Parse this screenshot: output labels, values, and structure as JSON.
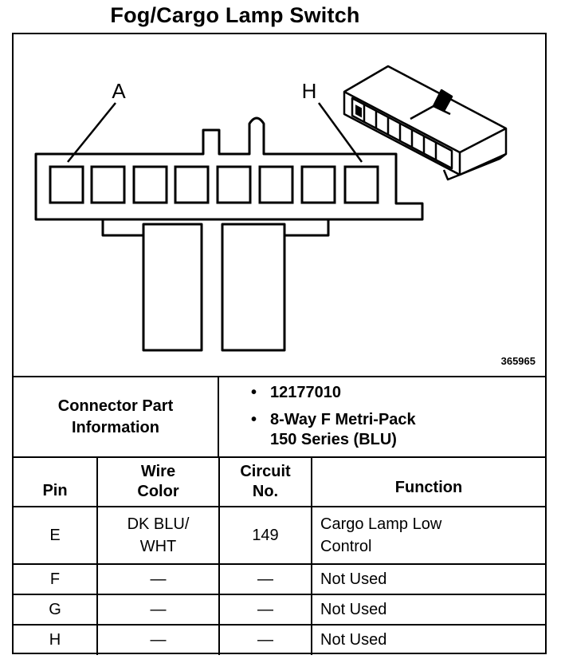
{
  "title": "Fog/Cargo Lamp Switch",
  "diagram": {
    "label_a": "A",
    "label_h": "H",
    "figure_id": "365965"
  },
  "connector_info": {
    "label_line1": "Connector Part",
    "label_line2": "Information",
    "part_number": "12177010",
    "description_line1": "8-Way F Metri-Pack",
    "description_line2": "150 Series (BLU)"
  },
  "table": {
    "headers": {
      "pin": "Pin",
      "wire_line1": "Wire",
      "wire_line2": "Color",
      "circuit_line1": "Circuit",
      "circuit_line2": "No.",
      "function": "Function"
    },
    "rows": [
      {
        "pin": "E",
        "wire_line1": "DK BLU/",
        "wire_line2": "WHT",
        "circuit": "149",
        "function_line1": "Cargo Lamp Low",
        "function_line2": "Control"
      },
      {
        "pin": "F",
        "wire": "—",
        "circuit": "—",
        "function": "Not Used"
      },
      {
        "pin": "G",
        "wire": "—",
        "circuit": "—",
        "function": "Not Used"
      },
      {
        "pin": "H",
        "wire": "—",
        "circuit": "—",
        "function": "Not Used"
      }
    ]
  }
}
